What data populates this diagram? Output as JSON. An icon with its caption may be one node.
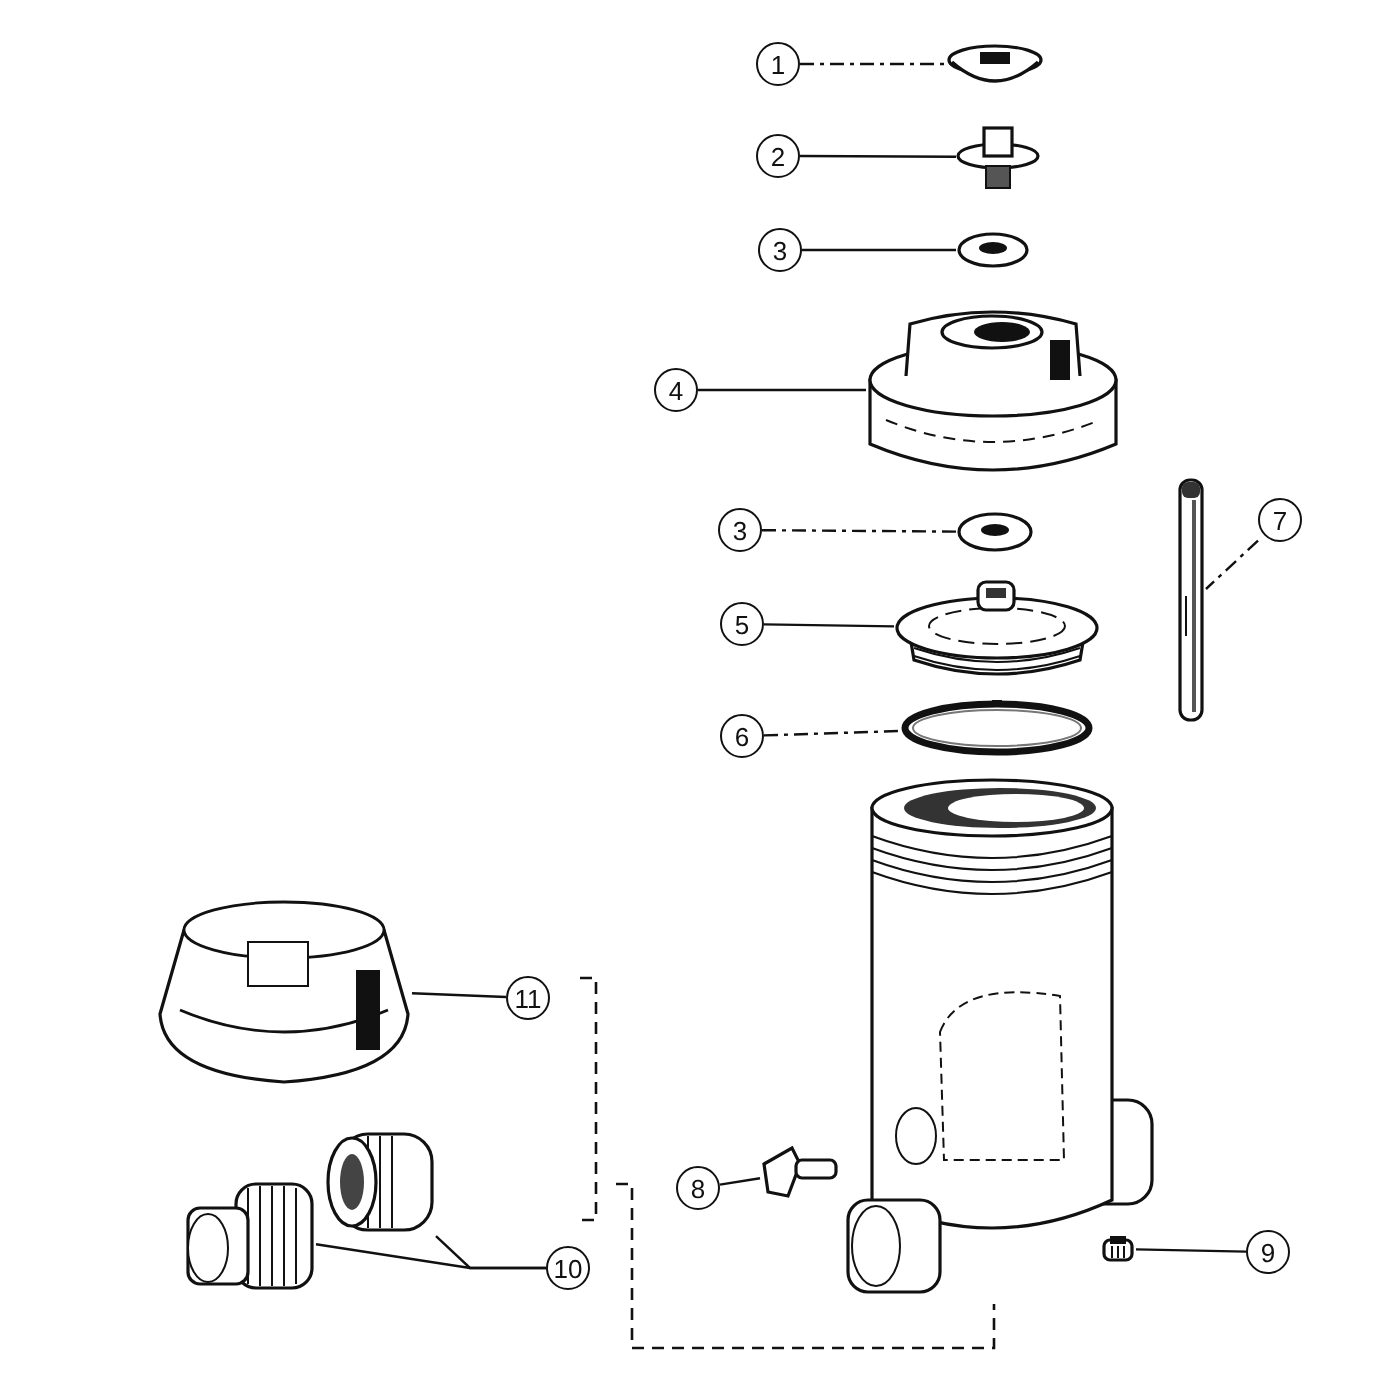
{
  "diagram": {
    "nodes": [
      {
        "text": [
          "1"
        ]
      },
      {
        "text": [],
        "shape": "picture"
      },
      {
        "text": [
          "2"
        ]
      },
      {
        "text": [],
        "shape": "picture"
      },
      {
        "text": [
          "3"
        ]
      },
      {
        "text": [],
        "shape": "picture"
      },
      {
        "text": [
          "4"
        ]
      },
      {
        "text": [],
        "shape": "picture"
      },
      {
        "text": [
          "3"
        ]
      },
      {
        "text": [],
        "shape": "picture"
      },
      {
        "text": [
          "7"
        ]
      },
      {
        "text": [],
        "shape": "picture"
      },
      {
        "text": [
          "5"
        ]
      },
      {
        "text": [],
        "shape": "picture"
      },
      {
        "text": [
          "6"
        ]
      },
      {
        "text": [],
        "shape": "picture"
      },
      {
        "text": [
          "11"
        ]
      },
      {
        "text": [],
        "shape": "picture"
      },
      {
        "text": [
          "8"
        ]
      },
      {
        "text": [],
        "shape": "picture"
      },
      {
        "text": [
          "9"
        ]
      },
      {
        "text": [],
        "shape": "picture"
      },
      {
        "text": [
          "10"
        ]
      },
      {
        "text": [],
        "shape": "picture"
      },
      {
        "text": [],
        "shape": "picture"
      }
    ],
    "edges": [
      {
        "from": 0,
        "to": 1,
        "arrow": "none",
        "style": "dashed"
      },
      {
        "from": 2,
        "to": 3,
        "arrow": "none"
      },
      {
        "from": 4,
        "to": 5,
        "arrow": "none"
      },
      {
        "from": 6,
        "to": 7,
        "arrow": "none"
      },
      {
        "from": 8,
        "to": 9,
        "arrow": "none",
        "style": "dashed"
      },
      {
        "from": 10,
        "to": 11,
        "arrow": "none",
        "style": "dashed"
      },
      {
        "from": 12,
        "to": 13,
        "arrow": "none"
      },
      {
        "from": 14,
        "to": 15,
        "arrow": "none",
        "style": "dashed"
      },
      {
        "from": 16,
        "to": 17,
        "arrow": "none"
      },
      {
        "from": 18,
        "to": 19,
        "arrow": "none"
      },
      {
        "from": 20,
        "to": 21,
        "arrow": "none"
      },
      {
        "from": 22,
        "to": 23,
        "arrow": "none"
      },
      {
        "from": 22,
        "to": 24,
        "arrow": "none"
      }
    ]
  }
}
